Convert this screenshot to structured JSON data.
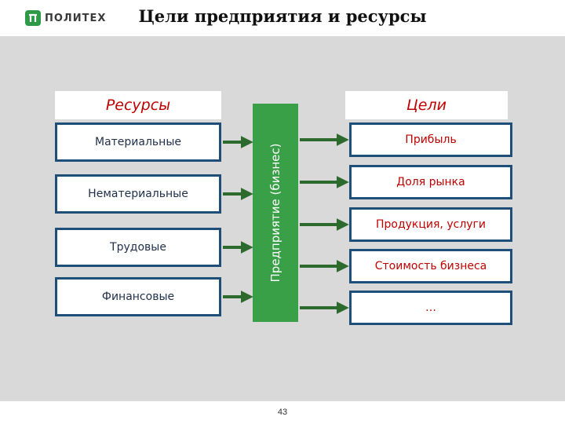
{
  "header": {
    "logo_text": "ПОЛИТЕХ",
    "title": "Цели предприятия и ресурсы"
  },
  "resources": {
    "heading": "Ресурсы",
    "items": [
      {
        "label": "Материальные"
      },
      {
        "label": "Нематериальные"
      },
      {
        "label": "Трудовые"
      },
      {
        "label": "Финансовые"
      }
    ]
  },
  "center": {
    "label": "Предприятие (бизнес)"
  },
  "goals": {
    "heading": "Цели",
    "items": [
      {
        "label": "Прибыль"
      },
      {
        "label": "Доля рынка"
      },
      {
        "label": "Продукция, услуги"
      },
      {
        "label": "Стоимость бизнеса"
      },
      {
        "label": "…"
      }
    ]
  },
  "footer": {
    "page_number": "43"
  },
  "colors": {
    "slide_background": "#d9d9d9",
    "box_border": "#1f4e79",
    "center_block": "#3aa047",
    "heading_text": "#c00000",
    "goal_text": "#c00000",
    "resource_text": "#1f2f4a",
    "arrow": "#2d6a2d"
  }
}
